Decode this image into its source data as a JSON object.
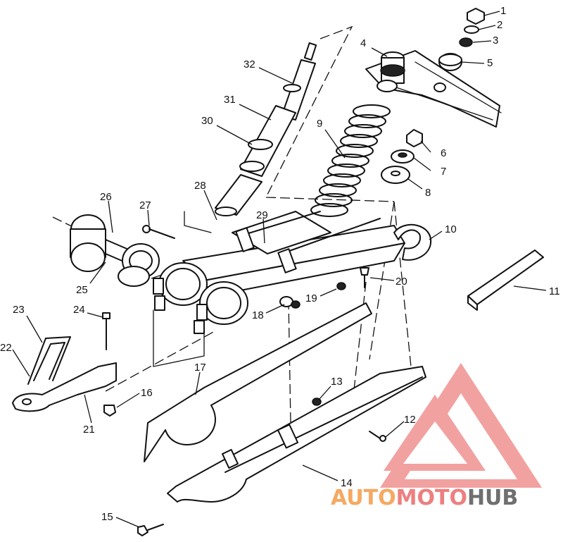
{
  "diagram": {
    "callouts": [
      "1",
      "2",
      "3",
      "4",
      "5",
      "6",
      "7",
      "8",
      "9",
      "10",
      "11",
      "12",
      "13",
      "14",
      "15",
      "16",
      "17",
      "18",
      "19",
      "20",
      "21",
      "22",
      "23",
      "24",
      "25",
      "26",
      "27",
      "28",
      "29",
      "30",
      "31",
      "32"
    ]
  },
  "watermark": {
    "part1": "AUTO",
    "part2": "MOTO",
    "part3": "HUB",
    "color_orange": "#f5a962",
    "color_red": "#ee7f7f",
    "color_gray": "#6f6f6f"
  }
}
